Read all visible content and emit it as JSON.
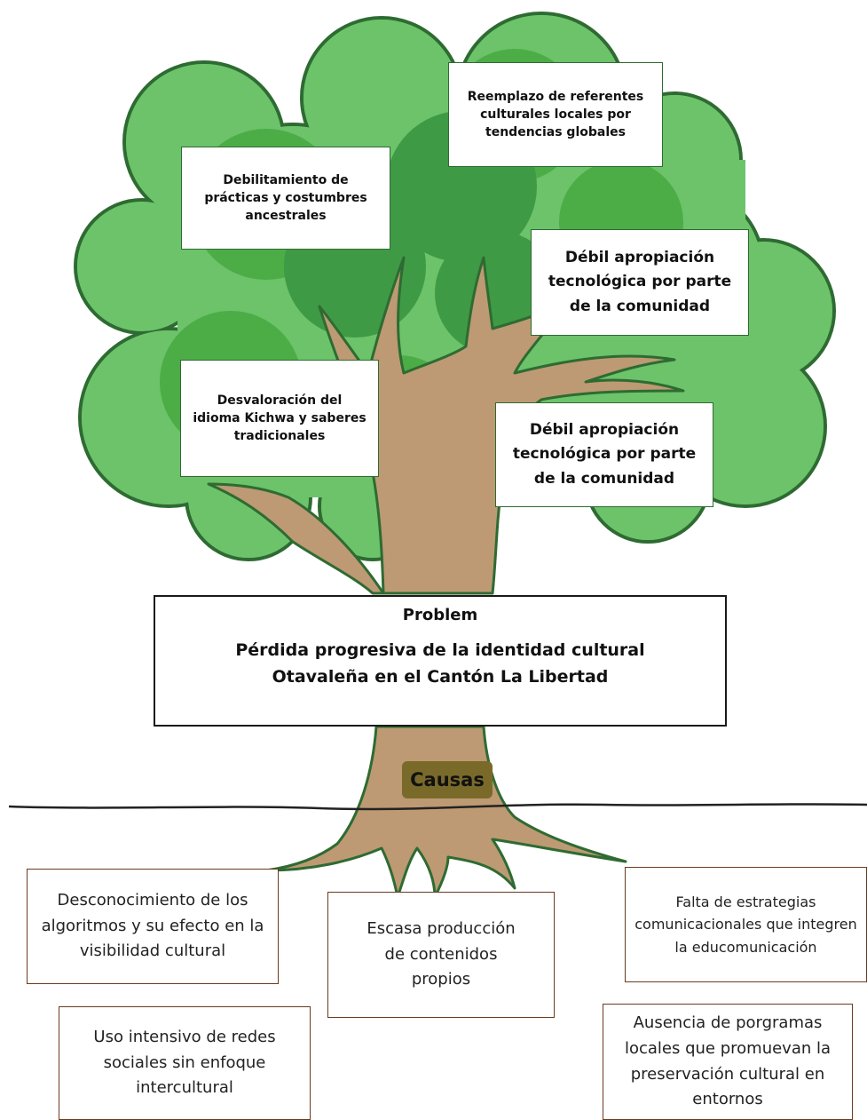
{
  "colors": {
    "foliage_light": "#6cc36a",
    "foliage_mid": "#4cad46",
    "foliage_dark": "#3f9a45",
    "outline": "#2e6b32",
    "trunk": "#bd9a73",
    "causas_badge": "#7a6a2a",
    "cause_border": "#6b3a1e"
  },
  "effects": [
    {
      "text": "Reemplazo de referentes culturales locales por tendencias globales"
    },
    {
      "text": "Debilitamiento de prácticas y costumbres ancestrales"
    },
    {
      "text": "Débil apropiación tecnológica por parte de la comunidad"
    },
    {
      "text": "Desvaloración del idioma Kichwa y saberes tradicionales"
    },
    {
      "text": "Débil apropiación tecnológica por parte de la comunidad"
    }
  ],
  "problem": {
    "label": "Problem",
    "text": "Pérdida progresiva de la identidad cultural Otavaleña en el Cantón La Libertad"
  },
  "causas_label": "Causas",
  "causes": [
    {
      "text": "Desconocimiento de los algoritmos y su efecto en la visibilidad cultural"
    },
    {
      "text": "Escasa producción de contenidos propios"
    },
    {
      "text": "Falta de estrategias comunicacionales que integren la educomunicación"
    },
    {
      "text": "Uso intensivo de redes sociales sin enfoque intercultural"
    },
    {
      "text": "Ausencia de porgramas locales que promuevan la preservación cultural en entornos"
    }
  ]
}
